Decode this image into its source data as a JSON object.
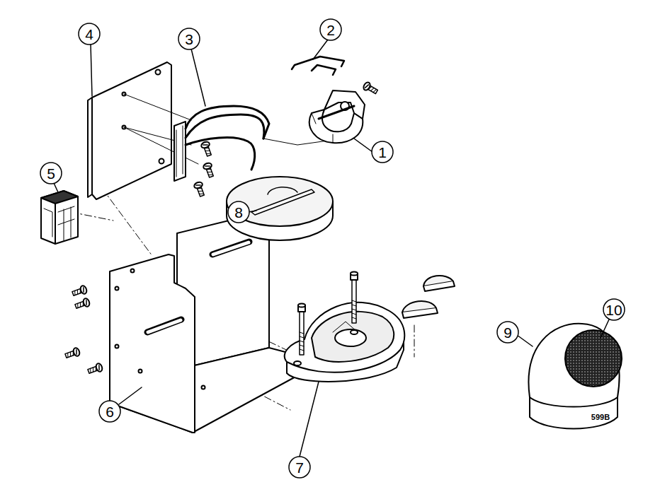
{
  "diagram": {
    "labels": [
      "2",
      "4",
      "3",
      "5",
      "1",
      "8",
      "10",
      "9",
      "6",
      "7",
      "599B"
    ]
  }
}
